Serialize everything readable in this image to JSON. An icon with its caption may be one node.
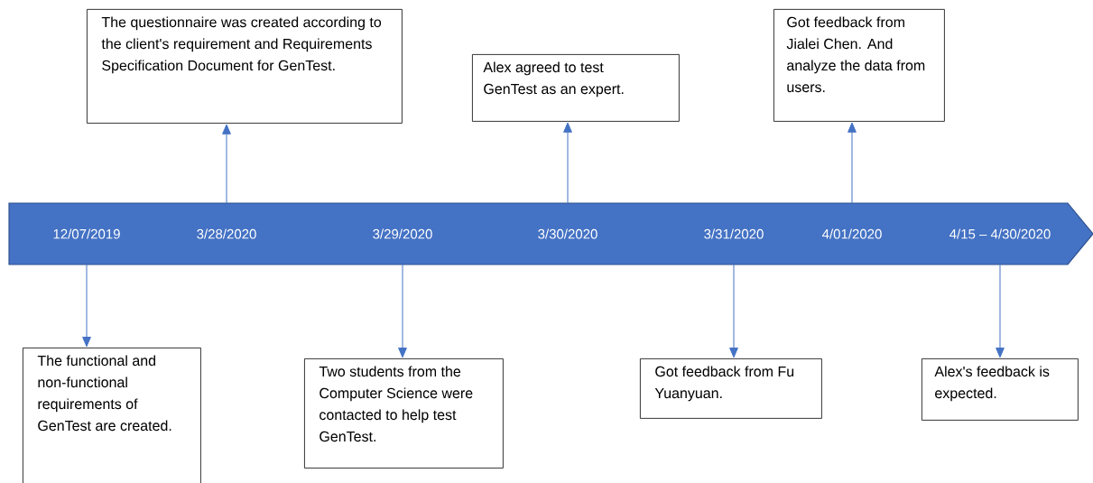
{
  "diagram": {
    "nodes": [
      {
        "text": [],
        "shape": "arrow"
      },
      {
        "text": [
          "12/07/2019"
        ],
        "in": 0
      },
      {
        "text": [
          "3/28/2020"
        ],
        "in": 0
      },
      {
        "text": [
          "3/29/2020"
        ],
        "in": 0
      },
      {
        "text": [
          "3/30/2020"
        ],
        "in": 0
      },
      {
        "text": [
          "3/31/2020"
        ],
        "in": 0
      },
      {
        "text": [
          "4/01/2020"
        ],
        "in": 0
      },
      {
        "text": [
          "4/15 – 4/30/2020"
        ],
        "in": 0
      },
      {
        "text": [
          "The questionnaire was created according to the client's requirement and Requirements Specification Document for GenTest."
        ]
      },
      {
        "text": [
          "Alex agreed to test GenTest as an expert."
        ]
      },
      {
        "text": [
          "Got feedback from Jialei Chen. And analyze the data from users."
        ]
      },
      {
        "text": [
          "The functional and non-functional requirements of GenTest are created."
        ]
      },
      {
        "text": [
          "Two students from the Computer Science were contacted to help test GenTest."
        ]
      },
      {
        "text": [
          "Got feedback from Fu Yuanyuan."
        ]
      },
      {
        "text": [
          "Alex's feedback is expected."
        ]
      }
    ],
    "edges": [
      {
        "from": 2,
        "to": 8,
        "arrow": "to"
      },
      {
        "from": 4,
        "to": 9,
        "arrow": "to"
      },
      {
        "from": 6,
        "to": 10,
        "arrow": "to"
      },
      {
        "from": 1,
        "to": 11,
        "arrow": "to"
      },
      {
        "from": 3,
        "to": 12,
        "arrow": "to"
      },
      {
        "from": 5,
        "to": 13,
        "arrow": "to"
      },
      {
        "from": 7,
        "to": 14,
        "arrow": "to"
      }
    ]
  }
}
